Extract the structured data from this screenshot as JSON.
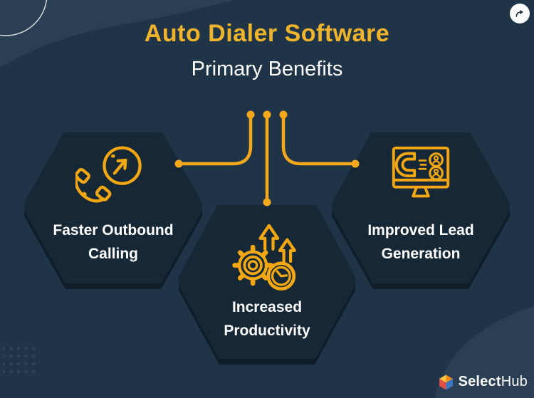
{
  "header": {
    "title": "Auto Dialer Software",
    "subtitle": "Primary Benefits"
  },
  "benefits": [
    {
      "label": "Faster Outbound Calling",
      "icon": "outbound-call-icon"
    },
    {
      "label": "Increased Productivity",
      "icon": "productivity-gear-clock-icon"
    },
    {
      "label": "Improved Lead Generation",
      "icon": "lead-magnet-monitor-icon"
    }
  ],
  "footer": {
    "logo_bold": "Select",
    "logo_light": "Hub"
  },
  "icons": {
    "share": "share-arrow-icon",
    "logo_mark": "selecthub-cube-icon"
  },
  "colors": {
    "background": "#1F3447",
    "background_accent": "#2A3F53",
    "hexagon_fill": "#162735",
    "hexagon_shadow": "#0F1D2A",
    "gold_accent": "#F6A81C",
    "title_gold": "#F0B32C",
    "text_white": "#FFFFFF",
    "logo_cube_top_left": "#FFC43D",
    "logo_cube_top_right": "#F68B1F",
    "logo_cube_left": "#E04F45",
    "logo_cube_right": "#3B78C3"
  }
}
